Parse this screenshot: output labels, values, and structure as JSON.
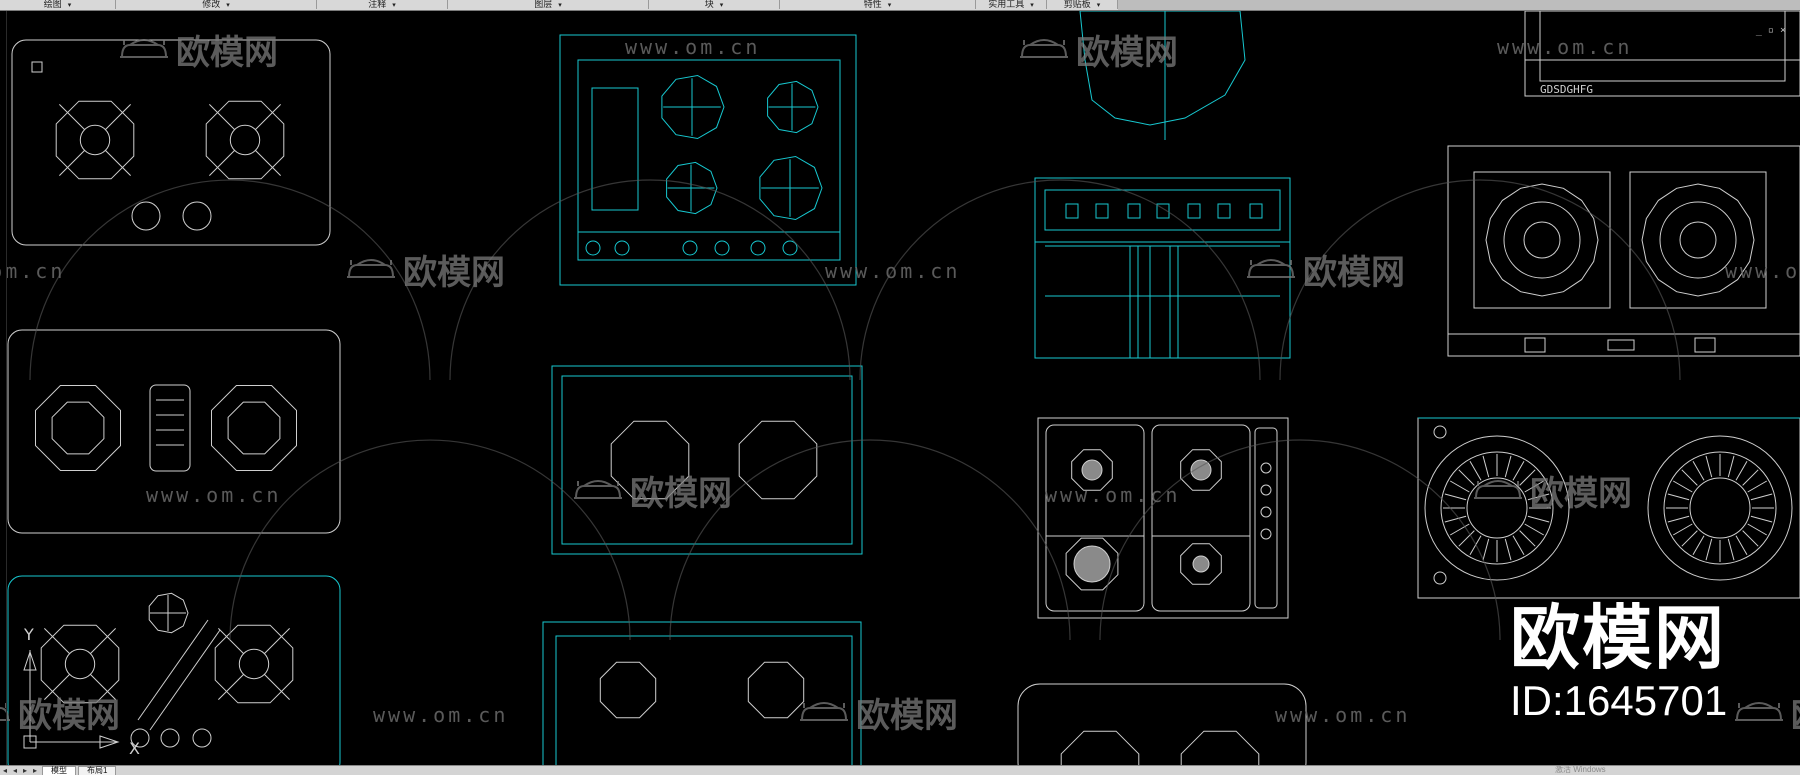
{
  "ribbon": {
    "panels": [
      {
        "label": "绘图",
        "width": 115
      },
      {
        "label": "修改",
        "width": 200
      },
      {
        "label": "注释",
        "width": 130
      },
      {
        "label": "图层",
        "width": 200
      },
      {
        "label": "块",
        "width": 130
      },
      {
        "label": "特性",
        "width": 195
      },
      {
        "label": "实用工具",
        "width": 70
      },
      {
        "label": "剪贴板",
        "width": 70
      }
    ],
    "chevron": "▾"
  },
  "canvas": {
    "background": "#000000",
    "line_color": "#17c8d0",
    "line_color_white": "#cfcfcf"
  },
  "watermark": {
    "url_text": "www.om.cn",
    "brand_text": "欧模网"
  },
  "badge": {
    "brand": "欧模网",
    "id": "ID:1645701"
  },
  "hood_label": "GDSDGHFG",
  "ucs": {
    "x": "X",
    "y": "Y"
  },
  "window_controls": "_ ▫ ×",
  "statusbar": {
    "tabs": [
      "模型",
      "布局1"
    ],
    "active_tab": "模型",
    "activate_text": "激活 Windows"
  }
}
